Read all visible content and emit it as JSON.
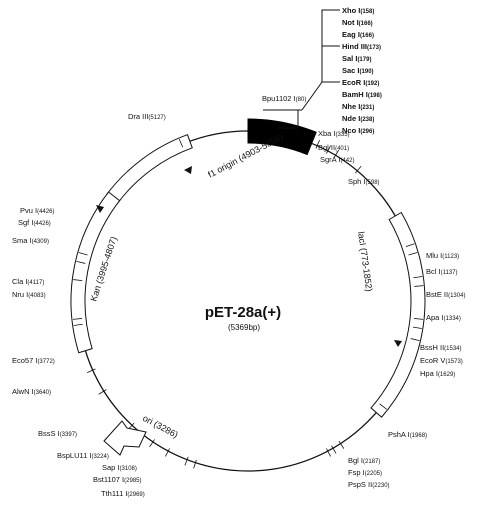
{
  "plasmid": {
    "name": "pET-28a(+)",
    "size_label": "(5369bp)",
    "colors": {
      "stroke": "#111111",
      "feature_fill": "#ffffff",
      "mcs_fill": "#000000"
    }
  },
  "mcs_box_sites": [
    {
      "name": "Xho I",
      "pos": "(158)"
    },
    {
      "name": "Not I",
      "pos": "(166)"
    },
    {
      "name": "Eag I",
      "pos": "(166)"
    },
    {
      "name": "Hind III",
      "pos": "(173)"
    },
    {
      "name": "Sal I",
      "pos": "(179)"
    },
    {
      "name": "Sac I",
      "pos": "(190)"
    },
    {
      "name": "EcoR I",
      "pos": "(192)"
    },
    {
      "name": "BamH I",
      "pos": "(198)"
    },
    {
      "name": "Nhe I",
      "pos": "(231)"
    },
    {
      "name": "Nde I",
      "pos": "(238)"
    },
    {
      "name": "Nco I",
      "pos": "(296)"
    }
  ],
  "sites": [
    {
      "name": "Bpu1102 I",
      "pos": "(80)"
    },
    {
      "name": "Xba I",
      "pos": "(335)"
    },
    {
      "name": "Bgl II",
      "pos": "(401)"
    },
    {
      "name": "SgrA I",
      "pos": "(442)"
    },
    {
      "name": "Sph I",
      "pos": "(598)"
    },
    {
      "name": "Mlu I",
      "pos": "(1123)"
    },
    {
      "name": "Bcl I",
      "pos": "(1137)"
    },
    {
      "name": "BstE II",
      "pos": "(1304)"
    },
    {
      "name": "Apa I",
      "pos": "(1334)"
    },
    {
      "name": "BssH II",
      "pos": "(1534)"
    },
    {
      "name": "EcoR V",
      "pos": "(1573)"
    },
    {
      "name": "Hpa I",
      "pos": "(1629)"
    },
    {
      "name": "PshA I",
      "pos": "(1968)"
    },
    {
      "name": "Bgl I",
      "pos": "(2187)"
    },
    {
      "name": "Fsp I",
      "pos": "(2205)"
    },
    {
      "name": "PspS II",
      "pos": "(2230)"
    },
    {
      "name": "Tth111 I",
      "pos": "(2969)"
    },
    {
      "name": "Bst1107 I",
      "pos": "(2985)"
    },
    {
      "name": "Sap I",
      "pos": "(3108)"
    },
    {
      "name": "BspLU11 I",
      "pos": "(3224)"
    },
    {
      "name": "BssS I",
      "pos": "(3397)"
    },
    {
      "name": "AlwN I",
      "pos": "(3640)"
    },
    {
      "name": "Eco57 I",
      "pos": "(3772)"
    },
    {
      "name": "Nru I",
      "pos": "(4083)"
    },
    {
      "name": "Cla I",
      "pos": "(4117)"
    },
    {
      "name": "Sma I",
      "pos": "(4309)"
    },
    {
      "name": "Sgf I",
      "pos": "(4426)"
    },
    {
      "name": "Pvu I",
      "pos": "(4426)"
    },
    {
      "name": "Dra III",
      "pos": "(5127)"
    }
  ],
  "features": [
    {
      "name": "f1 origin (4903-5358)"
    },
    {
      "name": "Kan (3995-4807)"
    },
    {
      "name": "lacI (773-1852)"
    },
    {
      "name": "ori (3286)"
    }
  ]
}
